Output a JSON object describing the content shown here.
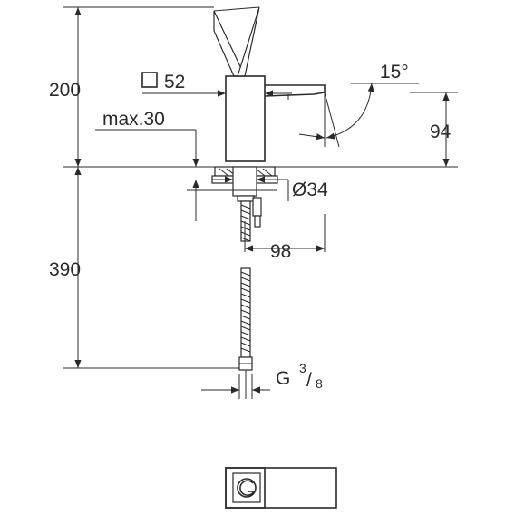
{
  "dimensions": {
    "height_above": "200",
    "square_size": "52",
    "max_thickness": "max.30",
    "angle": "15°",
    "spout_height": "94",
    "hole_diameter": "Ø34",
    "reach": "98",
    "hose_length": "390",
    "thread_prefix": "G",
    "thread_num": "3",
    "thread_slash": "/",
    "thread_den": "8"
  }
}
